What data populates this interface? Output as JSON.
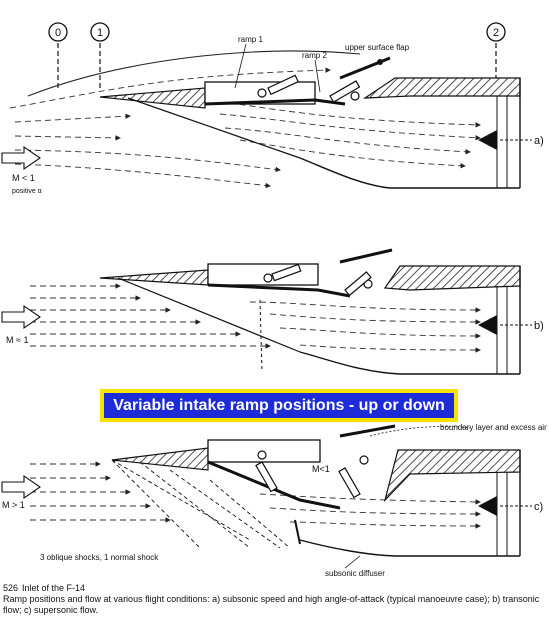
{
  "stations": [
    "0",
    "1",
    "2"
  ],
  "panels": [
    {
      "tag": "a)",
      "flow_label": "M < 1",
      "extra_label": "positive α"
    },
    {
      "tag": "b)",
      "flow_label": "M ≈ 1"
    },
    {
      "tag": "c)",
      "flow_label": "M > 1"
    }
  ],
  "labels": {
    "ramp1": "ramp 1",
    "ramp2": "ramp 2",
    "upper_flap": "upper surface flap",
    "boundary_layer": "boundary layer and excess air",
    "mach_inside": "M<1",
    "shocks": "3 oblique shocks, 1 normal shock",
    "diffuser": "subsonic diffuser"
  },
  "banner": "Variable intake ramp positions - up or down",
  "caption": {
    "page": "526",
    "title": "Inlet of the F-14",
    "body": "Ramp positions and flow at various flight conditions: a) subsonic speed and high angle-of-attack (typical manoeuvre case); b) transonic flow; c) supersonic flow."
  }
}
